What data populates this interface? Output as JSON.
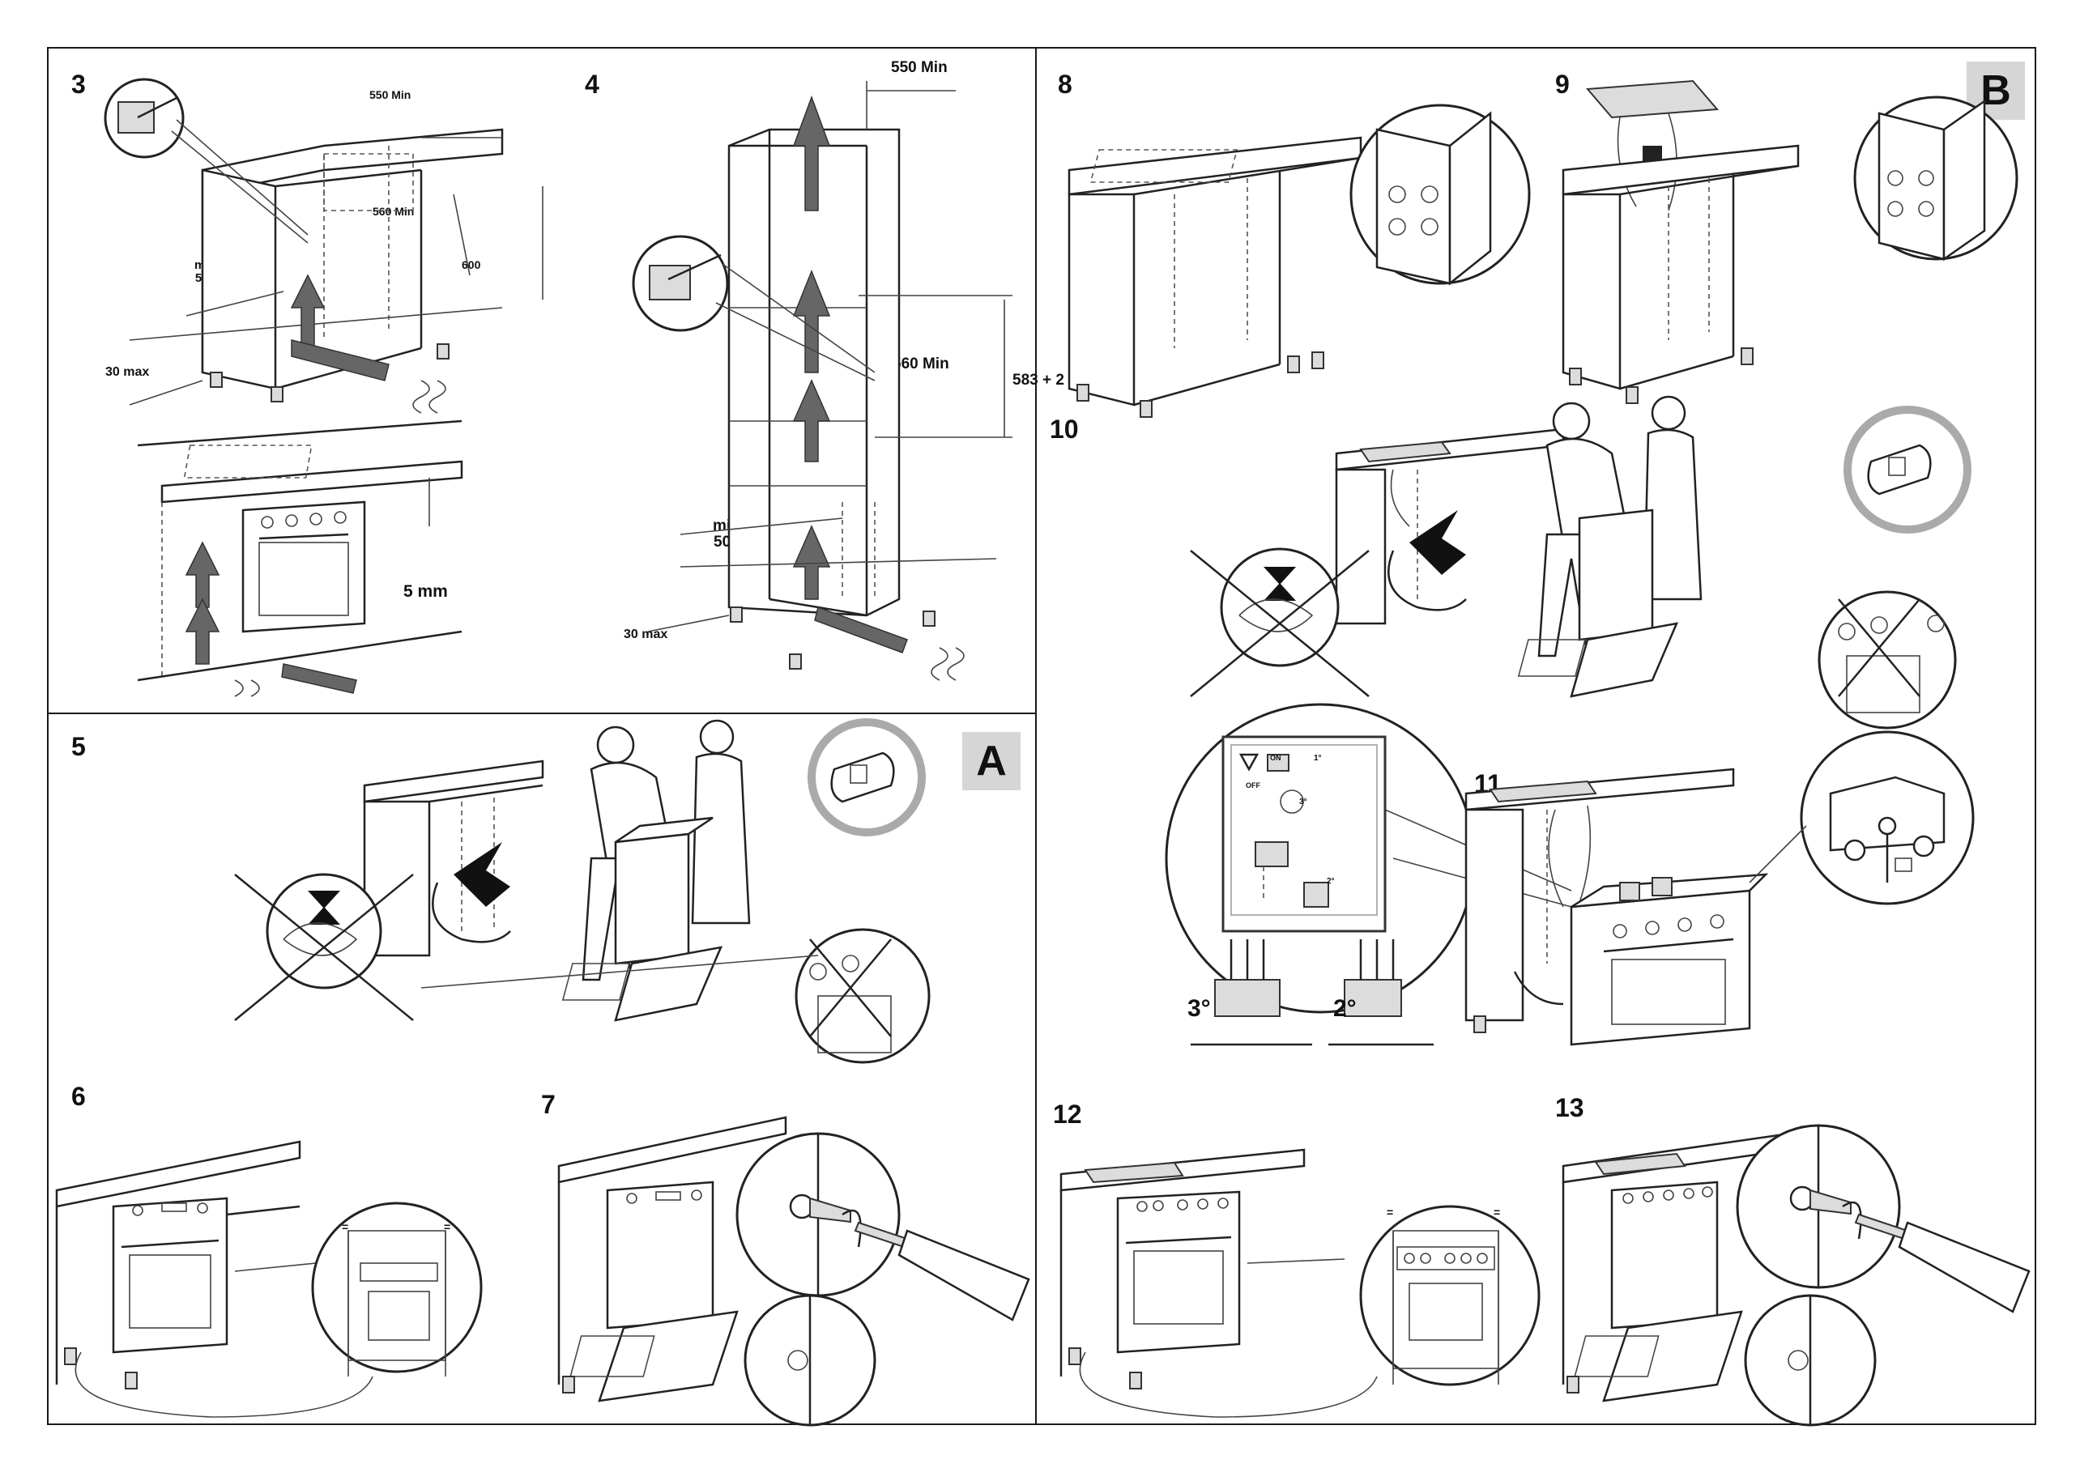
{
  "badges": {
    "a": "A",
    "b": "B"
  },
  "steps": {
    "s3": "3",
    "s4": "4",
    "s5": "5",
    "s6": "6",
    "s7": "7",
    "s8": "8",
    "s9": "9",
    "s10": "10",
    "s11": "11",
    "s12": "12",
    "s13": "13"
  },
  "dims": {
    "s3_550": "550 Min",
    "s3_560": "560 Min",
    "s3_600": "600",
    "s3_min500": "min\n500",
    "s3_30max": "30 max",
    "s3_5mm": "5 mm",
    "s4_550": "550 Min",
    "s4_560": "560 Min",
    "s4_583": "583 + 2",
    "s4_min500": "min\n500",
    "s4_30max": "30 max"
  },
  "wiring": {
    "label_3": "3°",
    "label_2": "2°",
    "mini_1": "1°",
    "mini_2": "2°",
    "mini_3": "3°",
    "mini_on": "ON",
    "mini_off": "OFF"
  },
  "equal_mark": "="
}
